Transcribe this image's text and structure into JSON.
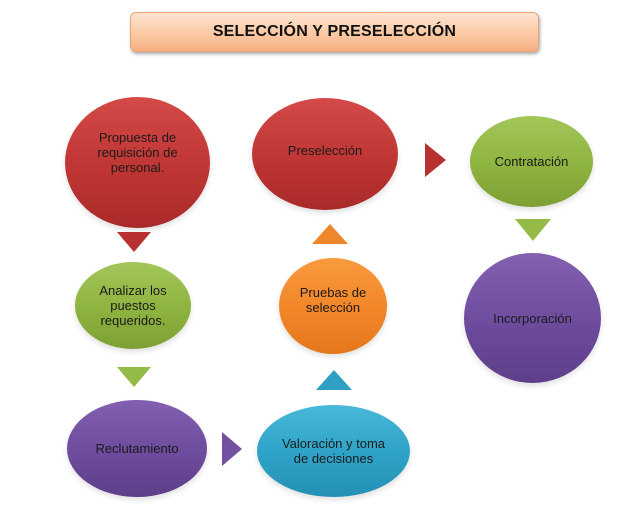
{
  "title": "SELECCIÓN Y PRESELECCIÓN",
  "nodes": {
    "propuesta": {
      "label": "Propuesta de requisición de personal.",
      "color": "#c13735"
    },
    "analizar": {
      "label": "Analizar los puestos requeridos.",
      "color": "#8fb541"
    },
    "reclutamiento": {
      "label": "Reclutamiento",
      "color": "#6f4d9f"
    },
    "valoracion": {
      "label": "Valoración y toma de decisiones",
      "color": "#2fa4c8"
    },
    "pruebas": {
      "label": "Pruebas de selección",
      "color": "#f2872a"
    },
    "preseleccion": {
      "label": "Preselección",
      "color": "#c13735"
    },
    "contratacion": {
      "label": "Contratación",
      "color": "#8fb541"
    },
    "incorporacion": {
      "label": "Incorporación",
      "color": "#6f4d9f"
    }
  },
  "flow": [
    "Propuesta de requisición de personal.",
    "Analizar los puestos requeridos.",
    "Reclutamiento",
    "Valoración y toma de decisiones",
    "Pruebas de selección",
    "Preselección",
    "Contratación",
    "Incorporación"
  ],
  "arrows": [
    {
      "from": "propuesta",
      "to": "analizar",
      "direction": "down",
      "color": "#b73130"
    },
    {
      "from": "analizar",
      "to": "reclutamiento",
      "direction": "down",
      "color": "#94bb47"
    },
    {
      "from": "reclutamiento",
      "to": "valoracion",
      "direction": "right",
      "color": "#7350a2"
    },
    {
      "from": "valoracion",
      "to": "pruebas",
      "direction": "up",
      "color": "#2fa0c4"
    },
    {
      "from": "pruebas",
      "to": "preseleccion",
      "direction": "up",
      "color": "#f0862b"
    },
    {
      "from": "preseleccion",
      "to": "contratacion",
      "direction": "right",
      "color": "#b73130"
    },
    {
      "from": "contratacion",
      "to": "incorporacion",
      "direction": "down",
      "color": "#94bb47"
    }
  ]
}
